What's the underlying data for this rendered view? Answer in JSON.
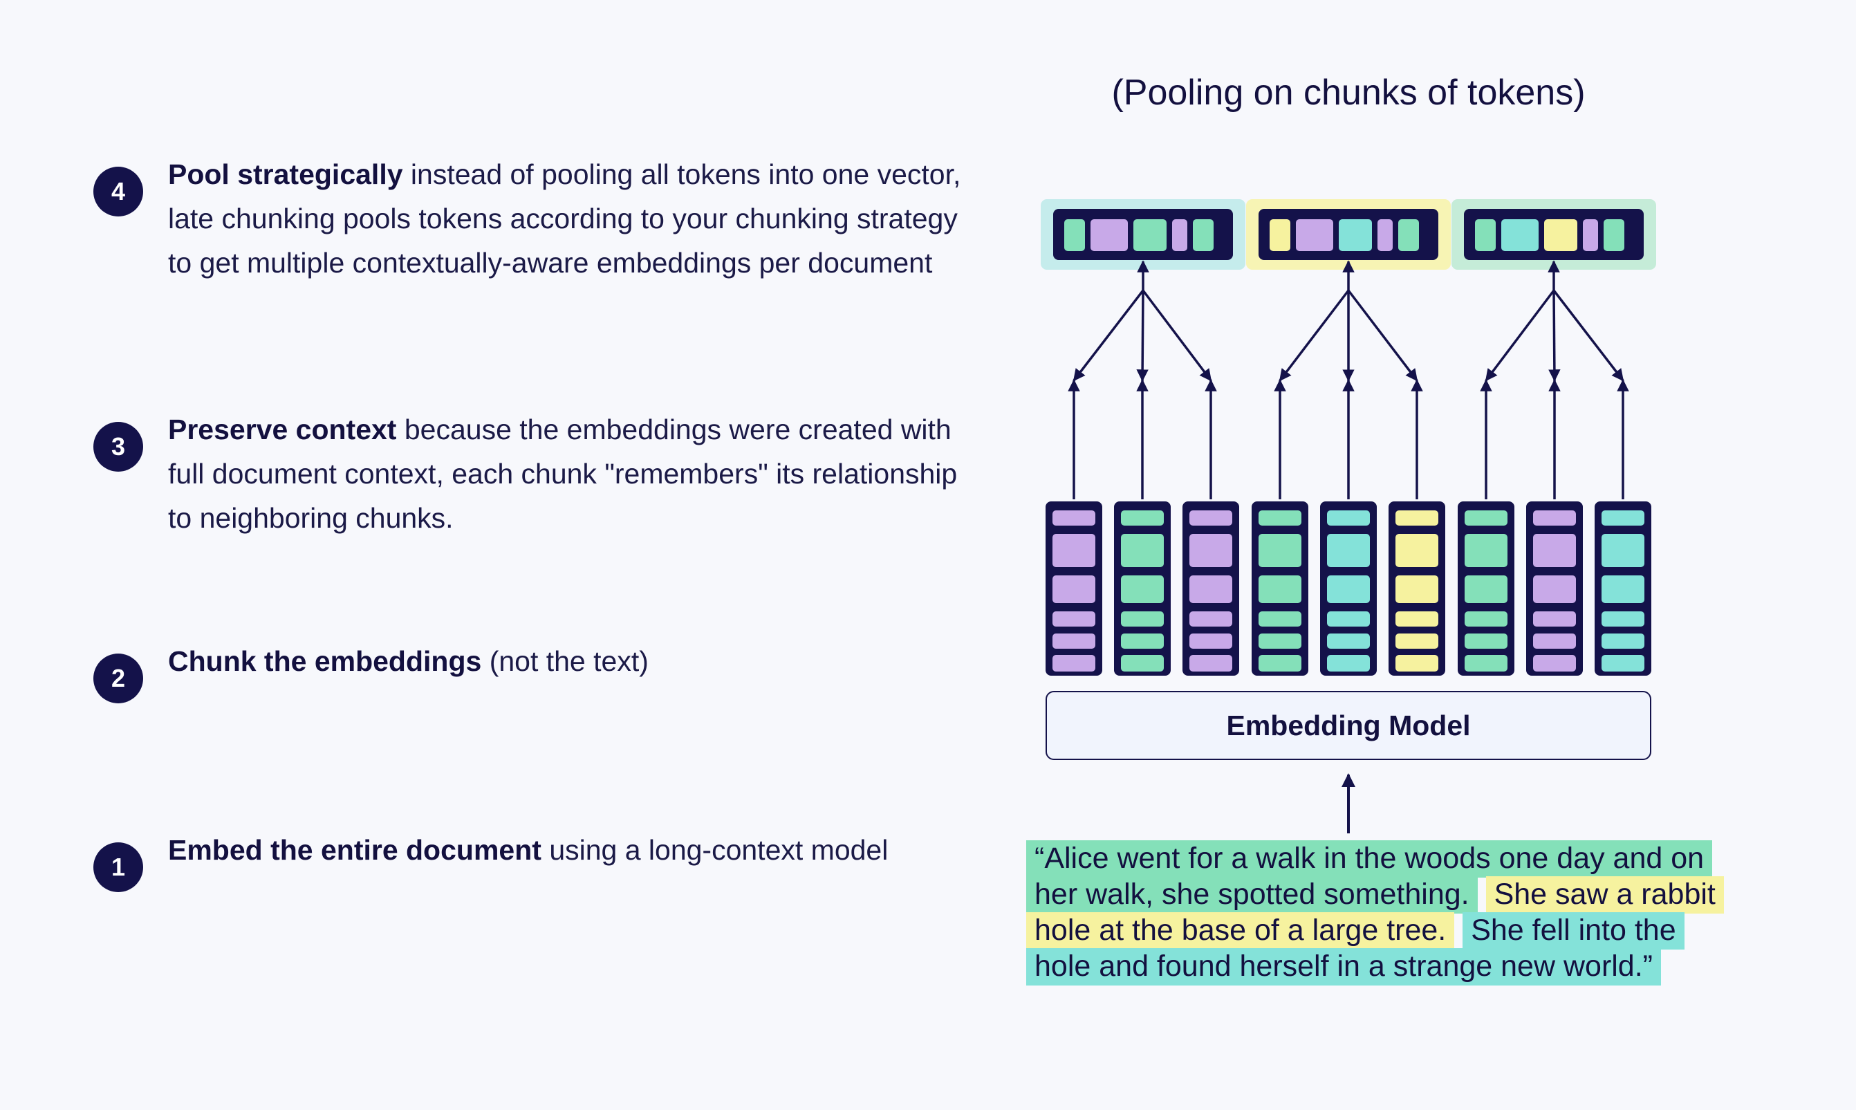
{
  "steps": [
    {
      "number": "4",
      "bold": "Pool strategically",
      "text": " instead of pooling all tokens into one vector, late chunking pools tokens according to your chunking strategy to get multiple contextually-aware embeddings per document"
    },
    {
      "number": "3",
      "bold": "Preserve context",
      "text": " because the embeddings were created with full document context, each chunk \"remembers\" its relationship to neighboring chunks."
    },
    {
      "number": "2",
      "bold": "Chunk the embeddings",
      "text": " (not the text)"
    },
    {
      "number": "1",
      "bold": "Embed the entire document",
      "text": " using a long-context model"
    }
  ],
  "diagram": {
    "title": "(Pooling on chunks of tokens)",
    "model_label": "Embedding Model",
    "colors": {
      "navy": "#14124a",
      "purple": "#c8a9e8",
      "green": "#84e0b9",
      "teal": "#84e2d9",
      "yellow": "#f6f29f"
    },
    "pooled_frames": [
      {
        "frame_color": "#c5ecec",
        "segments": [
          "green",
          "purple",
          "green",
          "purple",
          "green"
        ]
      },
      {
        "frame_color": "#f7f4b4",
        "segments": [
          "yellow",
          "purple",
          "teal",
          "purple",
          "green"
        ]
      },
      {
        "frame_color": "#c5ecd8",
        "segments": [
          "green",
          "teal",
          "yellow",
          "purple",
          "green"
        ]
      }
    ],
    "token_columns": [
      "purple",
      "green",
      "purple",
      "green",
      "teal",
      "yellow",
      "green",
      "purple",
      "teal"
    ]
  },
  "passage": {
    "chunks": [
      {
        "color": "green",
        "text": "“Alice went for a walk in the woods one day and on her walk, she spotted something."
      },
      {
        "color": "yellow",
        "text": "She saw a rabbit hole at the base of a large tree."
      },
      {
        "color": "teal",
        "text": "She fell into the hole and found herself in a strange new world.”"
      }
    ]
  }
}
